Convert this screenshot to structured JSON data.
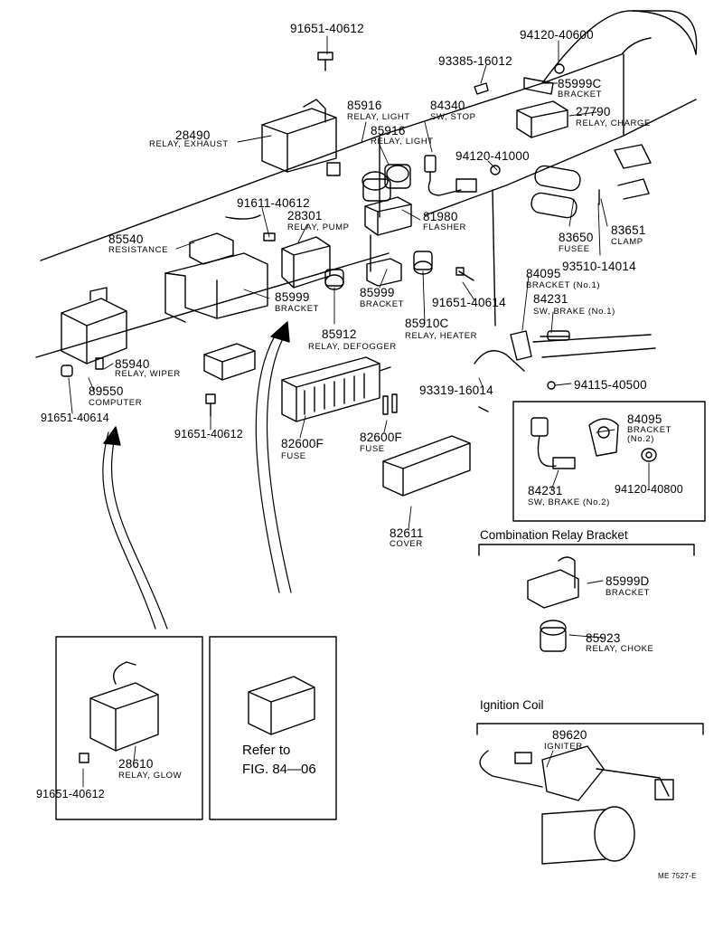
{
  "labels": {
    "p91651_top": "91651-40612",
    "p94120_40600": "94120-40600",
    "p93385": "93385-16012",
    "p85999c": "85999C",
    "p85999c_name": "BRACKET",
    "p27790": "27790",
    "p27790_name": "RELAY, CHARGE",
    "p28490": "28490",
    "p28490_name": "RELAY, EXHAUST",
    "p85916a": "85916",
    "p85916a_name": "RELAY, LIGHT",
    "p84340": "84340",
    "p84340_name": "SW, STOP",
    "p85916b": "85916",
    "p85916b_name": "RELAY, LIGHT",
    "p94120_41000": "94120-41000",
    "p91611": "91611-40612",
    "p28301": "28301",
    "p28301_name": "RELAY, PUMP",
    "p81980": "81980",
    "p81980_name": "FLASHER",
    "p83650": "83650",
    "p83650_name": "FUSEE",
    "p83651": "83651",
    "p83651_name": "CLAMP",
    "p93510": "93510-14014",
    "p85540": "85540",
    "p85540_name": "RESISTANCE",
    "p84095a": "84095",
    "p84095a_name": "BRACKET (No.1)",
    "p84231a": "84231",
    "p84231a_name": "SW, BRAKE (No.1)",
    "p91651_mid": "91651-40614",
    "p85999_mid": "85999",
    "p85999_mid_name": "BRACKET",
    "p85999_left": "85999",
    "p85999_left_name": "BRACKET",
    "p85910c": "85910C",
    "p85910c_name": "RELAY, HEATER",
    "p85912": "85912",
    "p85912_name": "RELAY, DEFOGGER",
    "p85940": "85940",
    "p85940_name": "RELAY, WIPER",
    "p89550": "89550",
    "p89550_name": "COMPUTER",
    "p91651_left": "91651-40614",
    "p93319": "93319-16014",
    "p94115": "94115-40500",
    "p91651_bot": "91651-40612",
    "p82600f_a": "82600F",
    "p82600f_a_name": "FUSE",
    "p82600f_b": "82600F",
    "p82600f_b_name": "FUSE",
    "p84095b": "84095",
    "p84095b_name": "BRACKET",
    "p84095b_name2": "(No.2)",
    "p84231b": "84231",
    "p84231b_name": "SW, BRAKE (No.2)",
    "p94120_40800": "94120-40800",
    "p82611": "82611",
    "p82611_name": "COVER",
    "combo_header": "Combination Relay Bracket",
    "p85999d": "85999D",
    "p85999d_name": "BRACKET",
    "p85923": "85923",
    "p85923_name": "RELAY, CHOKE",
    "ign_header": "Ignition Coil",
    "p89620": "89620",
    "p89620_name": "IGNITER",
    "p28610": "28610",
    "p28610_name": "RELAY, GLOW",
    "p91651_inset": "91651-40612",
    "refer_line1": "Refer to",
    "refer_line2": "FIG. 84—06",
    "fig_code": "ME 7527-E"
  }
}
